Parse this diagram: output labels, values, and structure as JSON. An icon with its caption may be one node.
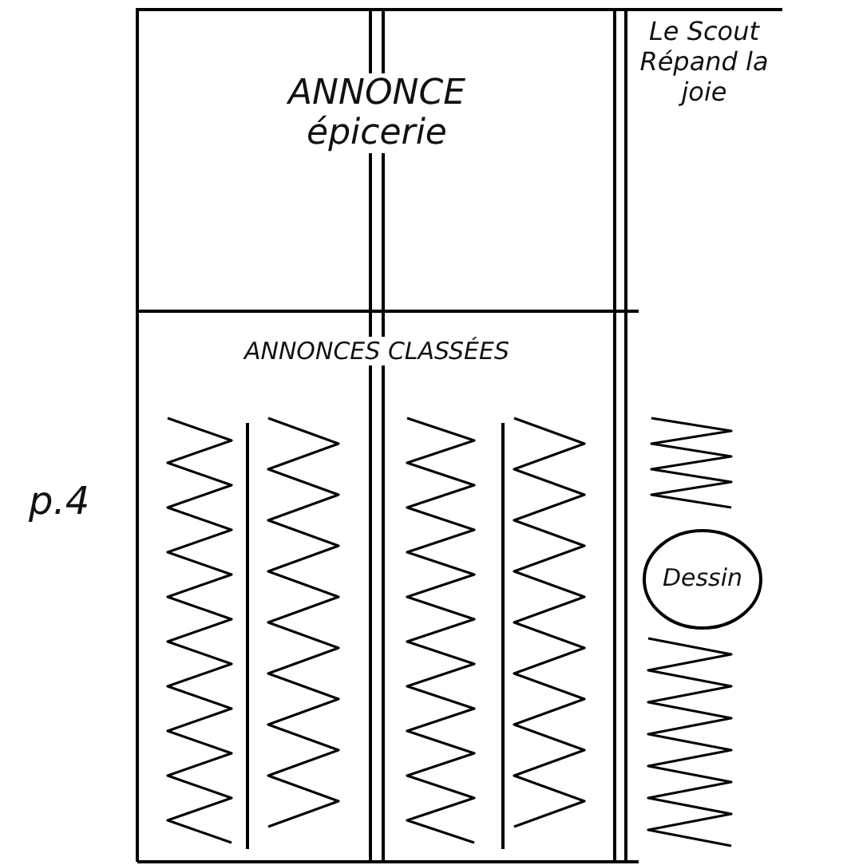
{
  "diagram": {
    "nodes": [
      {
        "text": [
          "ANNONCE épicerie"
        ]
      },
      {
        "text": [
          "ANNONCES CLASSÉES"
        ]
      },
      {
        "text": [
          "Le Scout Répand la joie"
        ]
      },
      {
        "text": [
          "Dessin"
        ]
      }
    ],
    "edges": [],
    "labels": [
      "p.4"
    ]
  }
}
